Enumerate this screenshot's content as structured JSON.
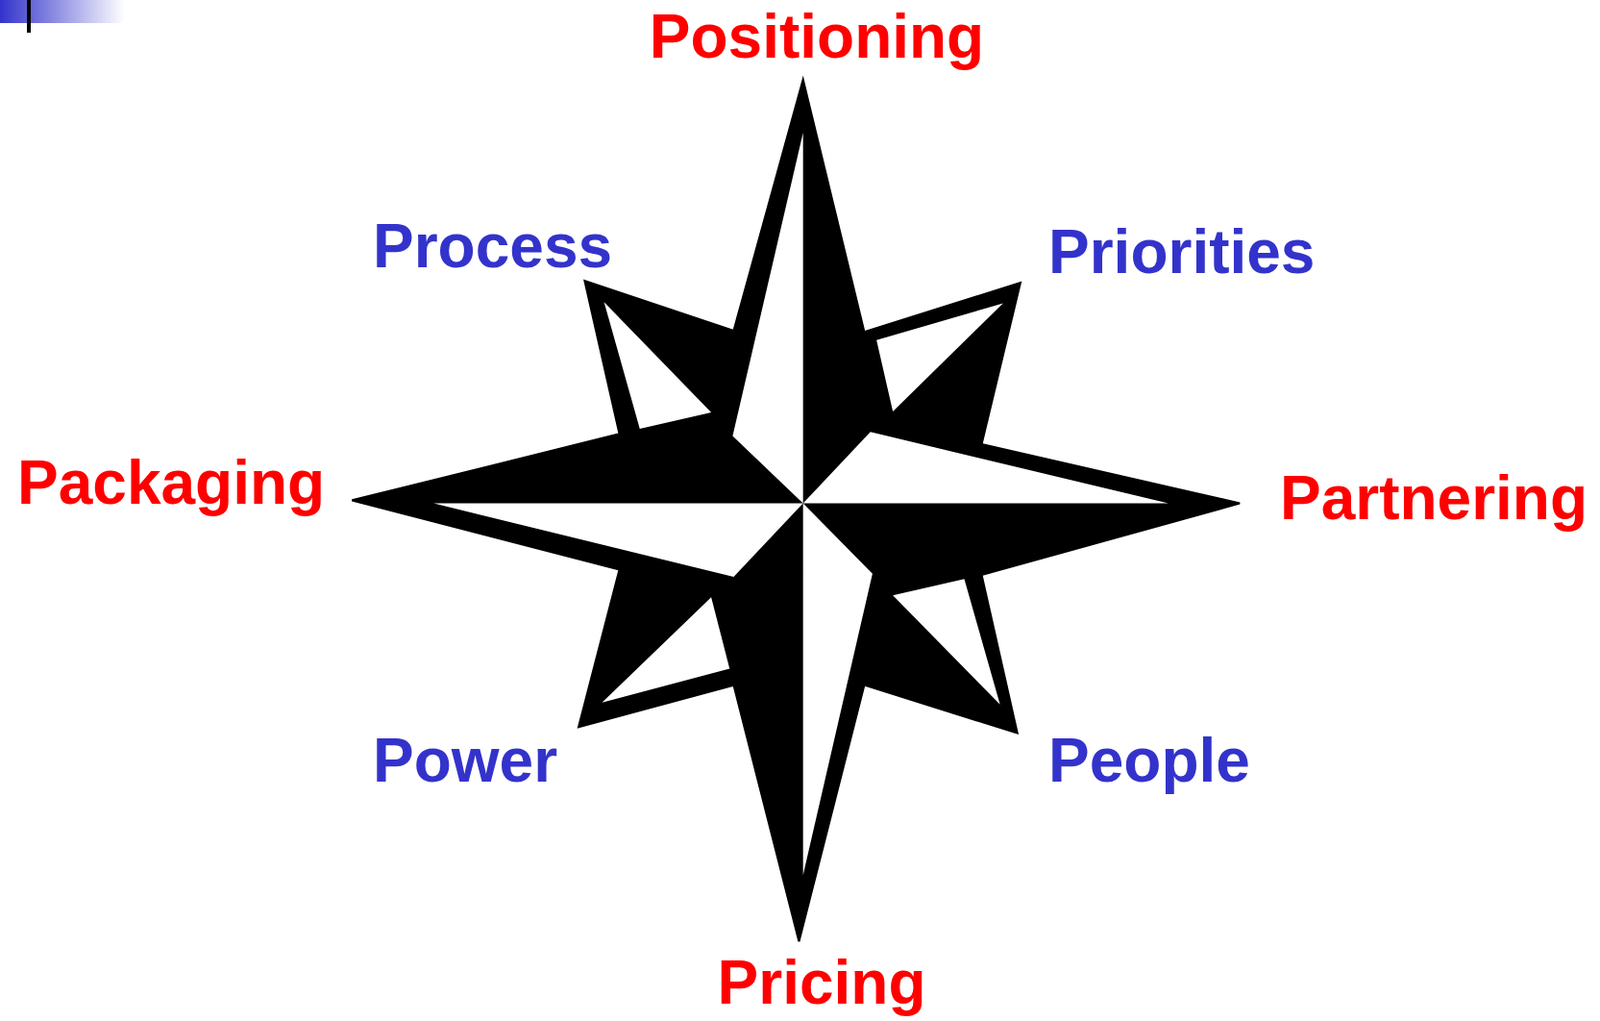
{
  "diagram": {
    "labels": [
      "Positioning",
      "Process",
      "Priorities",
      "Packaging",
      "Partnering",
      "Power",
      "People",
      "Pricing"
    ]
  }
}
